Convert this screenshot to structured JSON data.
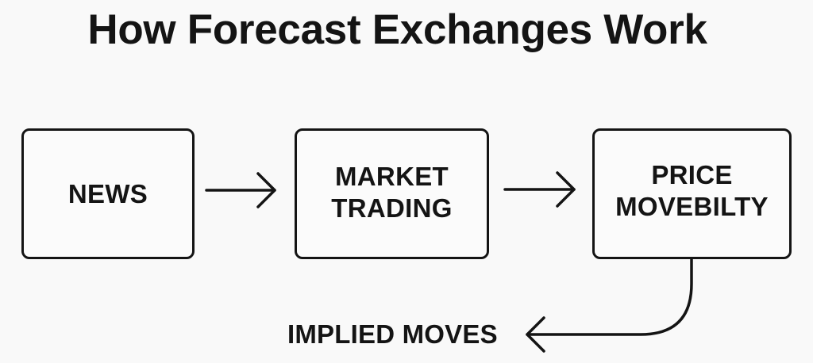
{
  "title": "How Forecast Exchanges Work",
  "nodes": [
    {
      "id": "news",
      "lines": [
        "NEWS"
      ]
    },
    {
      "id": "market-trading",
      "lines": [
        "MARKET",
        "TRADING"
      ]
    },
    {
      "id": "price-movebility",
      "lines": [
        "PRICE",
        "MOVEBILTY"
      ]
    }
  ],
  "edges": [
    {
      "from": "news",
      "to": "market-trading",
      "style": "arrow-right"
    },
    {
      "from": "market-trading",
      "to": "price-movebility",
      "style": "arrow-right"
    },
    {
      "from": "price-movebility",
      "to": "implied-moves",
      "style": "curved-arrow-left"
    }
  ],
  "output_label": "IMPLIED MOVES",
  "colors": {
    "stroke": "#141414",
    "background": "#f9f9f9",
    "text": "#141414"
  }
}
